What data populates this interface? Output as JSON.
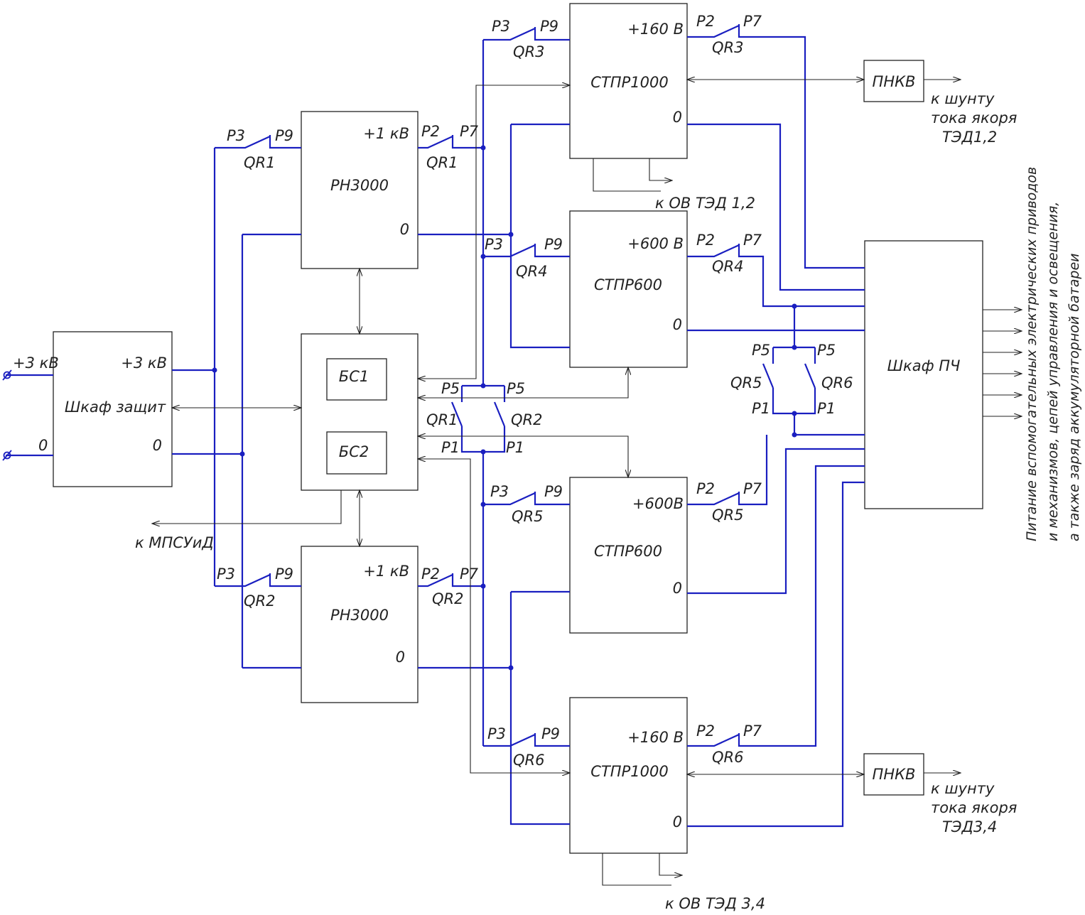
{
  "blocks": {
    "protection": {
      "title": "Шкаф защит",
      "in": "+3 кВ",
      "zero": "0"
    },
    "rn_top": {
      "title": "РН3000",
      "out": "+1 кВ",
      "zero": "0"
    },
    "rn_bot": {
      "title": "РН3000",
      "out": "+1 кВ",
      "zero": "0"
    },
    "bs": {
      "bs1": "БС1",
      "bs2": "БС2"
    },
    "stpr1000_top": {
      "title": "СТПР1000",
      "out": "+160 В",
      "zero": "0"
    },
    "stpr600_top": {
      "title": "СТПР600",
      "out": "+600 В",
      "zero": "0"
    },
    "stpr600_bot": {
      "title": "СТПР600",
      "out": "+600В",
      "zero": "0"
    },
    "stpr1000_bot": {
      "title": "СТПР1000",
      "out": "+160 В",
      "zero": "0"
    },
    "pnkv_top": "ПНКВ",
    "pnkv_bot": "ПНКВ",
    "pch": "Шкаф ПЧ"
  },
  "inputs": {
    "plus": "+3 кВ",
    "zero": "0"
  },
  "labels": {
    "p1": "Р1",
    "p2": "Р2",
    "p3": "Р3",
    "p5": "Р5",
    "p7": "Р7",
    "p9": "Р9",
    "qr1": "QR1",
    "qr2": "QR2",
    "qr3": "QR3",
    "qr4": "QR4",
    "qr5": "QR5",
    "qr6": "QR6",
    "to_mpsuid": "к МПСУиД",
    "ov_top": "к ОВ ТЭД 1,2",
    "ov_bot": "к ОВ ТЭД 3,4",
    "shunt_top": [
      "к шунту",
      "тока якоря",
      "ТЭД1,2"
    ],
    "shunt_bot": [
      "к шунту",
      "тока якоря",
      "ТЭД3,4"
    ],
    "side": [
      "Питание вспомогательных электрических приводов",
      "и механизмов, цепей управления и освещения,",
      "а также заряд аккумуляторной батареи"
    ]
  },
  "colors": {
    "wire": "#1a1fc0",
    "line": "#222222"
  }
}
